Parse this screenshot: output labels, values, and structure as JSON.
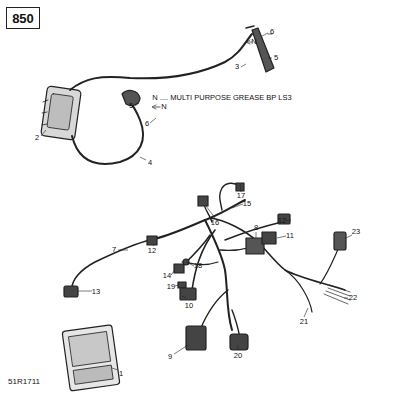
{
  "diagram": {
    "nodes": [
      {
        "text": [
          "850"
        ]
      }
    ],
    "labels": [
      "6",
      "N",
      "5",
      "3",
      "N .... MULTI PURPOSE GREASE BP LS3",
      "5",
      "N",
      "6",
      "2",
      "4",
      "17",
      "15",
      "16",
      "12",
      "8",
      "11",
      "23",
      "7",
      "12",
      "18",
      "14",
      "19",
      "22",
      "10",
      "13",
      "21",
      "9",
      "20",
      "1",
      "51R1711"
    ]
  }
}
